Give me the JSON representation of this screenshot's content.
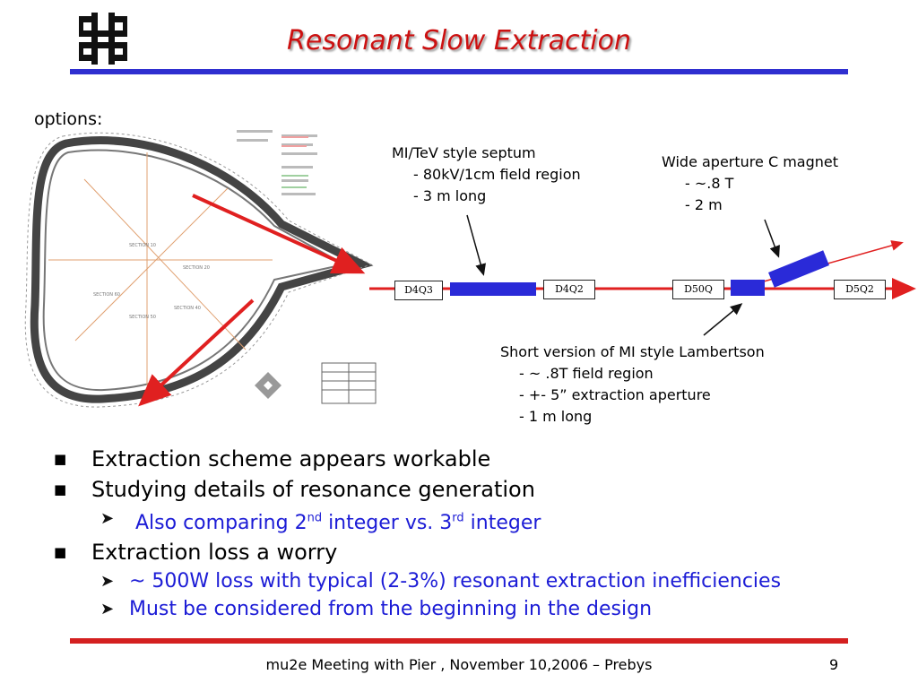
{
  "slide": {
    "title": "Resonant Slow Extraction",
    "options_label": "options:",
    "logo": "fermilab-logo",
    "ring_drawing": "accelerator-ring-schematic"
  },
  "diagram": {
    "septum": {
      "title": "MI/TeV style septum",
      "lines": [
        "- 80kV/1cm field region",
        "- 3 m long"
      ]
    },
    "c_magnet": {
      "title": "Wide aperture C magnet",
      "lines": [
        "- ~.8 T",
        "- 2 m"
      ]
    },
    "lambertson": {
      "title": "Short version of MI style Lambertson",
      "lines": [
        "- ~ .8T field region",
        "- +- 5” extraction aperture",
        "- 1 m long"
      ]
    },
    "elements": [
      "D4Q3",
      "D4Q2",
      "D50Q",
      "D5Q2"
    ],
    "colors": {
      "beamline": "#e02020",
      "magnet": "#2a2ad8"
    }
  },
  "bullets": [
    {
      "text": "Extraction scheme appears workable"
    },
    {
      "text": "Studying details of resonance generation",
      "sub": [
        {
          "pre": "Also comparing 2",
          "sup1": "nd",
          "mid": " integer vs. 3",
          "sup2": "rd",
          "post": " integer"
        }
      ]
    },
    {
      "text": "Extraction loss a worry",
      "sub": [
        {
          "text": "~ 500W loss with typical (2-3%) resonant extraction inefficiencies"
        },
        {
          "text": "Must be considered from the beginning in the design"
        }
      ]
    }
  ],
  "footer": {
    "text": "mu2e Meeting with Pier , November 10,2006 – Prebys",
    "page": "9"
  },
  "colors": {
    "title": "#cc1111",
    "top_rule": "#2f2fd0",
    "bottom_rule": "#d42020",
    "sub_bullet": "#1c1cd6"
  }
}
